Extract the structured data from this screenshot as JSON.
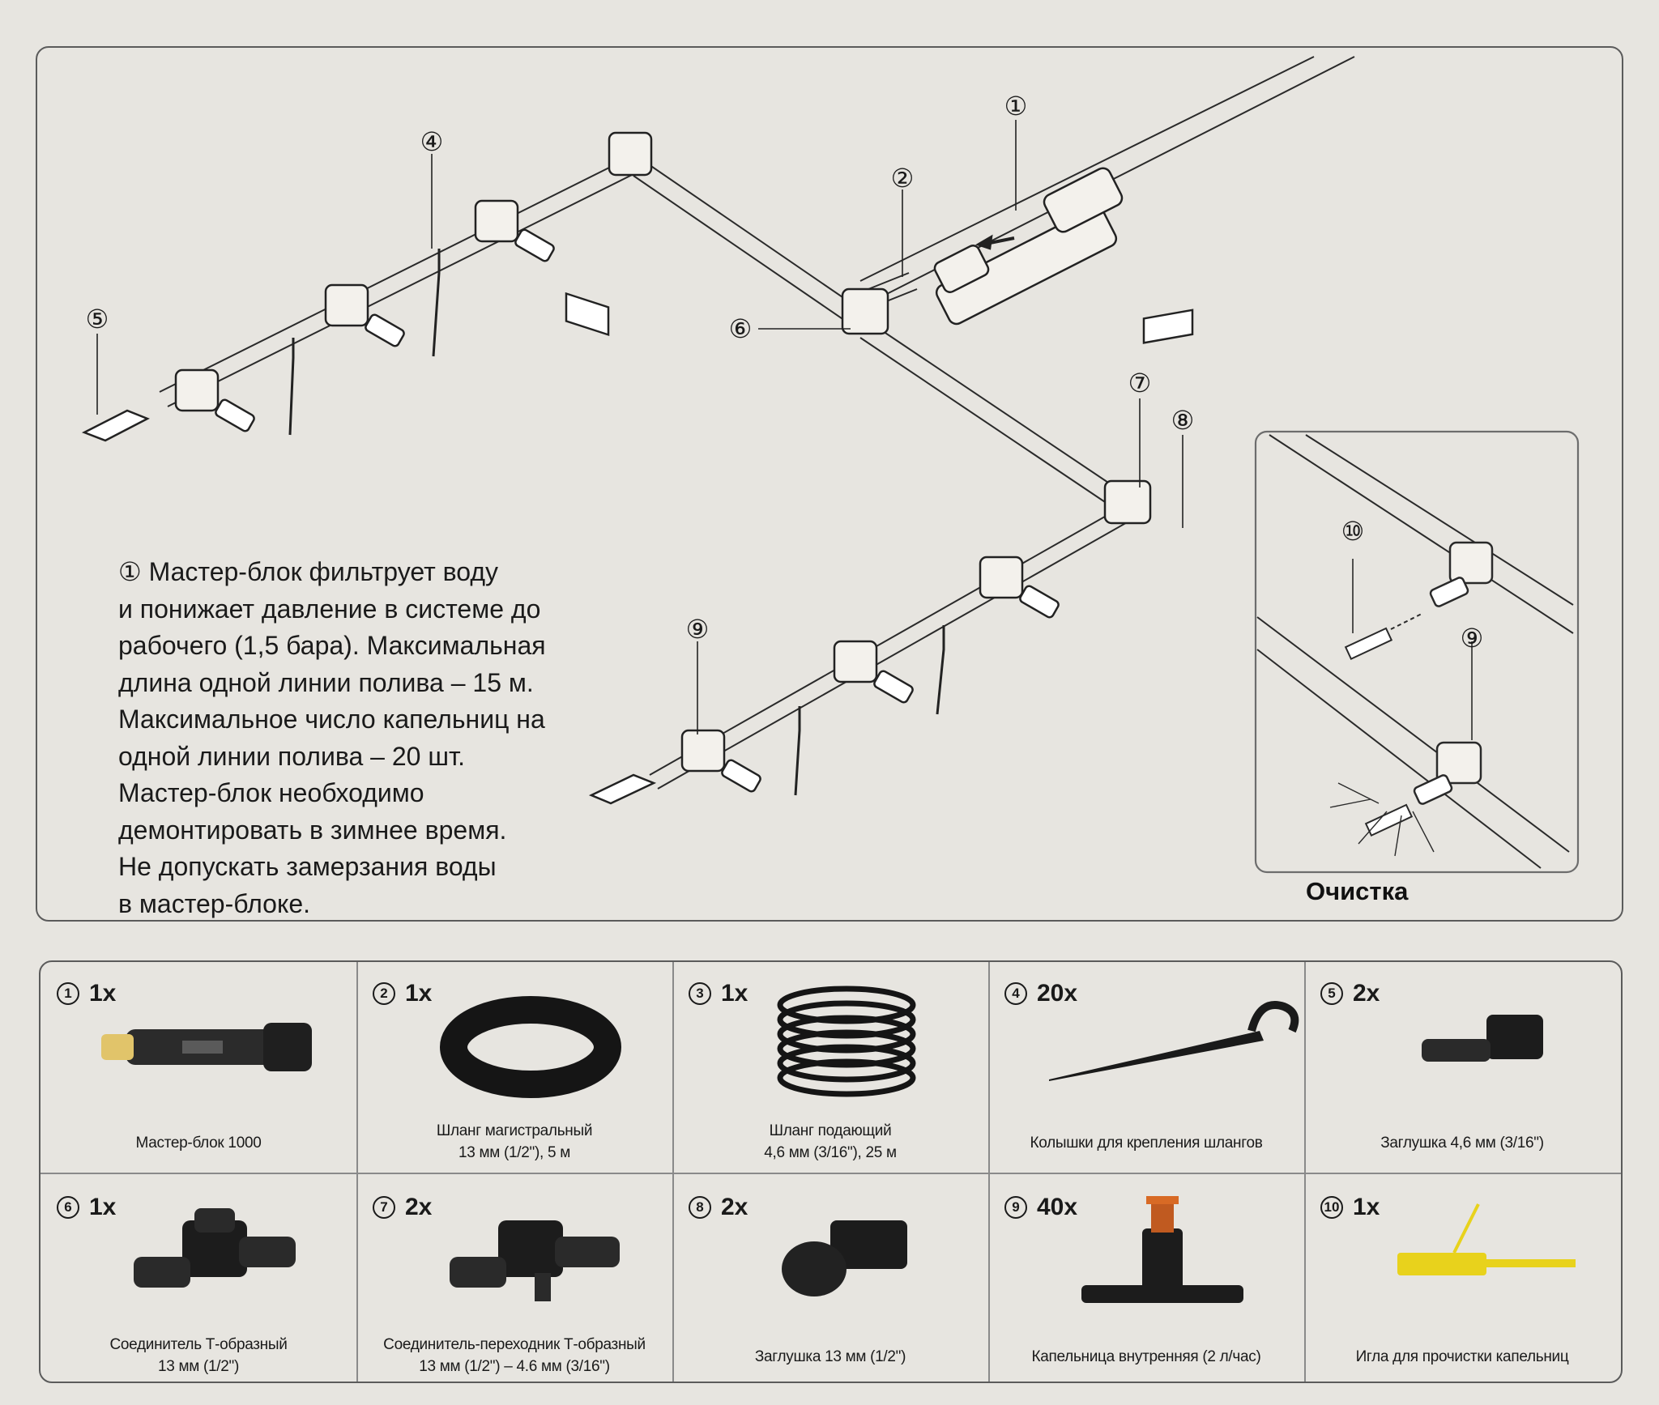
{
  "instructions": {
    "lines": [
      "① Мастер-блок фильтрует воду",
      "и понижает давление в системе до",
      "рабочего (1,5 бара). Максимальная",
      "длина одной линии полива – 15 м.",
      "Максимальное число капельниц на",
      "одной линии полива – 20 шт.",
      "Мастер-блок необходимо",
      "демонтировать в зимнее время.",
      "Не допускать замерзания воды",
      "в мастер-блоке."
    ]
  },
  "inset": {
    "label": "Очистка"
  },
  "callouts": [
    "①",
    "②",
    "④",
    "⑤",
    "⑥",
    "⑦",
    "⑧",
    "⑨",
    "⑩",
    "⑨"
  ],
  "parts": [
    {
      "num": "1",
      "qty": "1x",
      "label_lines": [
        "Мастер-блок 1000"
      ],
      "icon": "master-block-icon"
    },
    {
      "num": "2",
      "qty": "1x",
      "label_lines": [
        "Шланг магистральный",
        "13 мм (1/2\"), 5 м"
      ],
      "icon": "main-hose-coil-icon"
    },
    {
      "num": "3",
      "qty": "1x",
      "label_lines": [
        "Шланг подающий",
        "4,6 мм (3/16\"), 25 м"
      ],
      "icon": "supply-hose-coil-icon"
    },
    {
      "num": "4",
      "qty": "20x",
      "label_lines": [
        "Колышки для крепления шлангов"
      ],
      "icon": "hose-stake-icon"
    },
    {
      "num": "5",
      "qty": "2x",
      "label_lines": [
        "Заглушка 4,6 мм (3/16\")"
      ],
      "icon": "end-plug-small-icon"
    },
    {
      "num": "6",
      "qty": "1x",
      "label_lines": [
        "Соединитель Т-образный",
        "13 мм (1/2\")"
      ],
      "icon": "t-connector-icon"
    },
    {
      "num": "7",
      "qty": "2x",
      "label_lines": [
        "Соединитель-переходник Т-образный",
        "13 мм (1/2\") – 4.6 мм (3/16\")"
      ],
      "icon": "t-adapter-icon"
    },
    {
      "num": "8",
      "qty": "2x",
      "label_lines": [
        "Заглушка 13 мм (1/2\")"
      ],
      "icon": "end-plug-large-icon"
    },
    {
      "num": "9",
      "qty": "40x",
      "label_lines": [
        "Капельница внутренняя (2 л/час)"
      ],
      "icon": "inline-dripper-icon"
    },
    {
      "num": "10",
      "qty": "1x",
      "label_lines": [
        "Игла для прочистки капельниц"
      ],
      "icon": "cleaning-needle-icon"
    }
  ]
}
